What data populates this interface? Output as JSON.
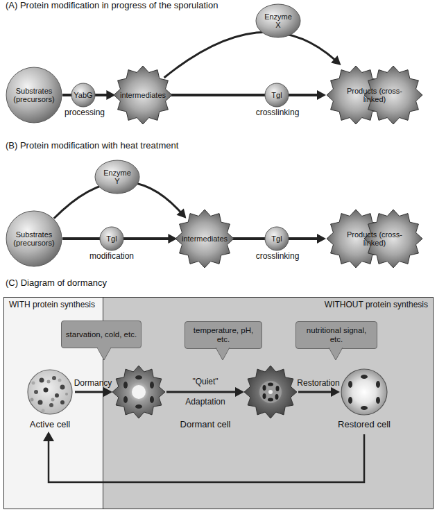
{
  "diagram": {
    "nodes": [
      {
        "text": [
          "Substrates (precursors)"
        ]
      },
      {
        "text": [
          "YabG"
        ]
      },
      {
        "text": [
          "intermediates"
        ]
      },
      {
        "text": [
          "Enzyme X"
        ]
      },
      {
        "text": [
          "Tgl"
        ]
      },
      {
        "text": [
          "Products (cross-linked)"
        ]
      },
      {
        "text": [
          "Enzyme Y"
        ]
      },
      {
        "text": [
          "Substrates (precursors)"
        ]
      },
      {
        "text": [
          "Tgl"
        ]
      },
      {
        "text": [
          "intermediates"
        ]
      },
      {
        "text": [
          "Tgl"
        ]
      },
      {
        "text": [
          "Products (cross-linked)"
        ]
      },
      {
        "text": [
          "WITH protein synthesis"
        ]
      },
      {
        "text": [
          "WITHOUT protein synthesis"
        ]
      },
      {
        "text": [
          "starvation, cold, etc."
        ]
      },
      {
        "text": [
          "temperature, pH, etc."
        ],
        "in": 13
      },
      {
        "text": [
          "nutritional signal, etc."
        ],
        "in": 13
      }
    ],
    "edges": [
      {
        "from": 0,
        "to": 2,
        "arrow": "to",
        "label": "processing"
      },
      {
        "from": 2,
        "to": 5,
        "arrow": "to"
      },
      {
        "from": 2,
        "to": 5,
        "arrow": "to",
        "label": "crosslinking"
      },
      {
        "from": 7,
        "to": 9,
        "arrow": "to"
      },
      {
        "from": 7,
        "to": 9,
        "arrow": "to",
        "label": "modification"
      },
      {
        "from": 9,
        "to": 11,
        "arrow": "to",
        "label": "crosslinking"
      }
    ],
    "labels": [
      "(A) Protein modification in progress of the sporulation",
      "(B) Protein modification with heat treatment",
      "(C) Diagram of dormancy",
      "Dormancy",
      "\"Quiet\"",
      "Adaptation",
      "Restoration",
      "Active cell",
      "Dormant cell",
      "Restored cell"
    ]
  }
}
